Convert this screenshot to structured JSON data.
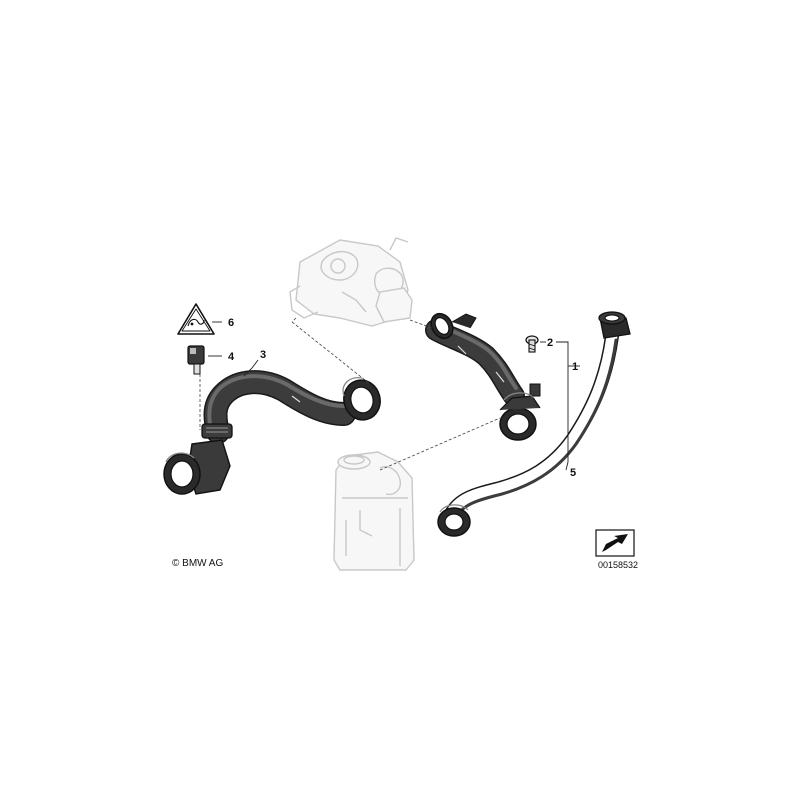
{
  "callouts": {
    "n1": "1",
    "n2": "2",
    "n3": "3",
    "n4": "4",
    "n5": "5",
    "n6": "6"
  },
  "footer": {
    "copyright": "© BMW AG",
    "ref_number": "00158532"
  },
  "colors": {
    "hose": "#3c3c3c",
    "hose_highlight": "#6a6a6a",
    "ghost": "#c8c8c8",
    "ink": "#111111"
  }
}
